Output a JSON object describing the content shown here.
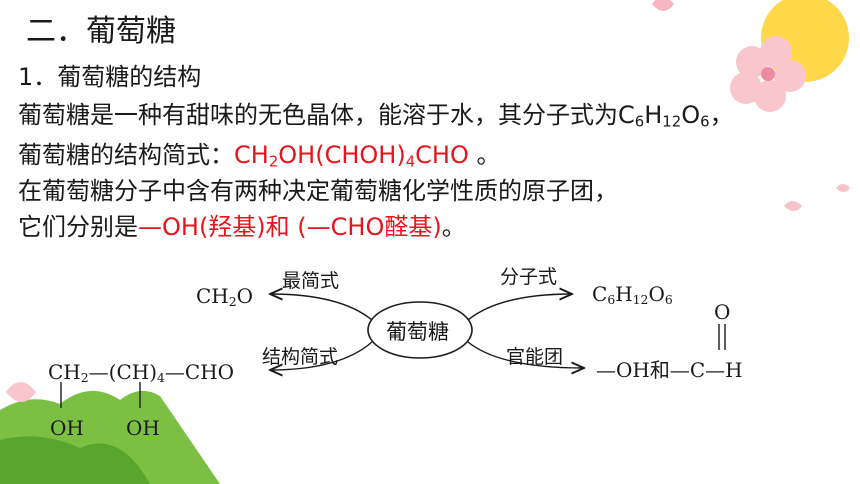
{
  "heading": "二．葡萄糖",
  "subheading": "1．葡萄糖的结构",
  "para1": {
    "text": "葡萄糖是一种有甜味的无色晶体，能溶于水，其分子式为",
    "formula": {
      "c": "C",
      "c_n": "6",
      "h": "H",
      "h_n": "12",
      "o": "O",
      "o_n": "6"
    },
    "end": "，"
  },
  "para2": {
    "prefix": "葡萄糖的结构简式：",
    "formula_a": "CH",
    "formula_a_sub": "2",
    "formula_b": "OH(CHOH)",
    "formula_b_sub": "4",
    "formula_c": "CHO",
    "suffix": " 。"
  },
  "para3": "在葡萄糖分子中含有两种决定葡萄糖化学性质的原子团，",
  "para4": {
    "prefix": "它们分别是",
    "red": "—OH(羟基)和 (—CHO醛基)",
    "suffix": "。"
  },
  "diagram": {
    "center": "葡萄糖",
    "label_simplest": "最简式",
    "label_molecular": "分子式",
    "label_structural": "结构简式",
    "label_functional": "官能团",
    "simplest_a": "CH",
    "simplest_sub": "2",
    "simplest_b": "O",
    "molecular": {
      "c": "C",
      "c_n": "6",
      "h": "H",
      "h_n": "12",
      "o": "O",
      "o_n": "6"
    },
    "structural_a": "CH",
    "structural_a_sub": "2",
    "structural_b": "—(CH)",
    "structural_b_sub": "4",
    "structural_c": "—CHO",
    "oh_left": "OH",
    "oh_right": "OH",
    "functional_a": "—OH和—C—H",
    "functional_o": "O"
  },
  "colors": {
    "red": "#e8141c",
    "accent_green": "#7bc043",
    "petal_pink": "#f6c3c8",
    "sun": "#ffd84a"
  }
}
